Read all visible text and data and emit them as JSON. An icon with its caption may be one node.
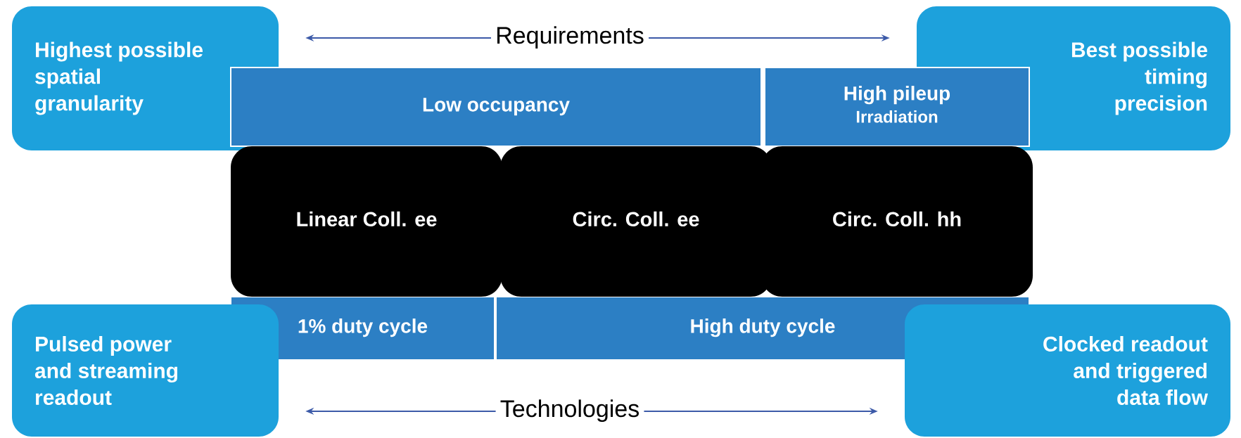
{
  "diagram": {
    "nodes": [
      {
        "text": [
          "Highest possible spatial granularity"
        ]
      },
      {
        "text": [
          "Requirements"
        ]
      },
      {
        "text": [
          "Best possible timing precision"
        ]
      },
      {
        "text": [
          "Low occupancy"
        ]
      },
      {
        "text": [
          "High pileup",
          "Irradiation"
        ]
      },
      {
        "text": [
          "Linear Coll. ee"
        ]
      },
      {
        "text": [
          "Circ. Coll. ee"
        ]
      },
      {
        "text": [
          "Circ. Coll. hh"
        ]
      },
      {
        "text": [
          "1% duty cycle"
        ]
      },
      {
        "text": [
          "High duty cycle"
        ]
      },
      {
        "text": [
          "Pulsed power and streaming readout"
        ]
      },
      {
        "text": [
          "Technologies"
        ]
      },
      {
        "text": [
          "Clocked readout and triggered data flow"
        ]
      }
    ],
    "edges": [
      {
        "from": 1,
        "to": 0,
        "arrow": "to"
      },
      {
        "from": 1,
        "to": 2,
        "arrow": "to"
      },
      {
        "from": 11,
        "to": 10,
        "arrow": "to"
      },
      {
        "from": 11,
        "to": 12,
        "arrow": "to"
      }
    ]
  }
}
